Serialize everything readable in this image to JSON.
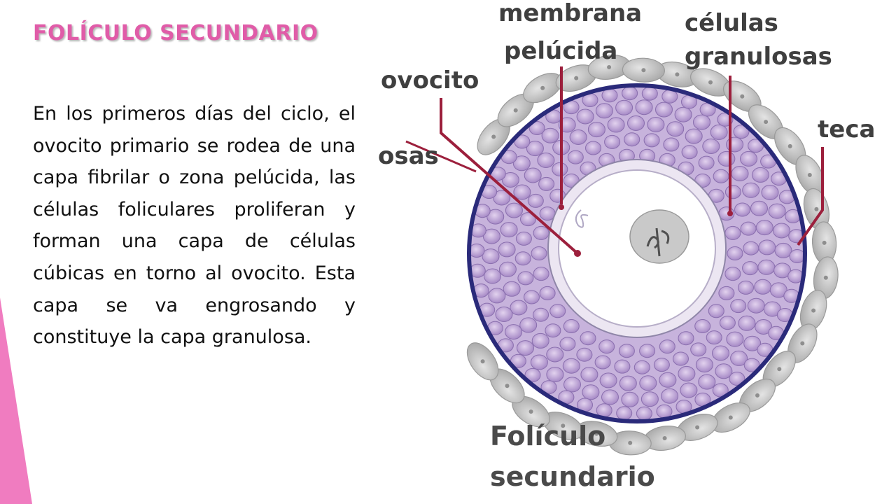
{
  "slide": {
    "title": "FOLÍCULO SECUNDARIO",
    "body": "En los primeros días del ciclo, el ovocito primario se rodea de una capa fibrilar o zona pelúcida, las células foliculares proliferan y forman una capa de células cúbicas en torno al ovocito. Esta capa se va engrosando y constituye la capa granulosa."
  },
  "diagram": {
    "labels": {
      "membrana_line1": "membrana",
      "membrana_line2": "pelúcida",
      "celulas_line1": "células",
      "celulas_line2": "granulosas",
      "ovocito": "ovocito",
      "teca": "teca",
      "partial_left": "osas",
      "caption_line1": "Folículo",
      "caption_line2": "secundario"
    }
  },
  "colors": {
    "title": "#e05ca8",
    "accent_bar": "#f07cc0",
    "ring_outline": "#2a2a7a",
    "granulosa_cells": "#b79ad2",
    "theca_cells": "#bdbdbd",
    "pointer_lines": "#9c1f3c"
  }
}
